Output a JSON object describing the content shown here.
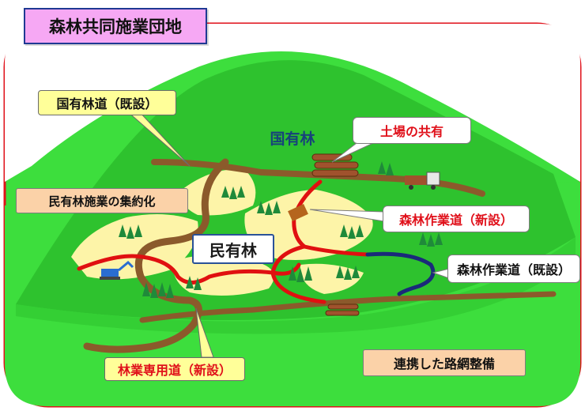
{
  "title": "森林共同施業団地",
  "labels": {
    "national_forest_road": "国有林道（既設）",
    "national_forest": "国有林",
    "landing_shared": "土場の共有",
    "private_forest_consolidation": "民有林施業の集約化",
    "forest_work_road_new": "森林作業道（新設）",
    "private_forest": "民有林",
    "forest_work_road_existing": "森林作業道（既設）",
    "forestry_road_new": "林業専用道（新設）",
    "linked_network": "連携した路網整備"
  },
  "colors": {
    "frame_border": "#e0101a",
    "outer_green": "#3dde3d",
    "mountain_green": "#2ec22e",
    "clearing": "#fdf4a8",
    "title_fill": "#f6a8f4",
    "callout_yellow": "#ffff99",
    "callout_orange": "#fbd2a8",
    "road_brown": "#8b5a2b",
    "road_red": "#e01010",
    "road_blue": "#1a2a7a"
  }
}
